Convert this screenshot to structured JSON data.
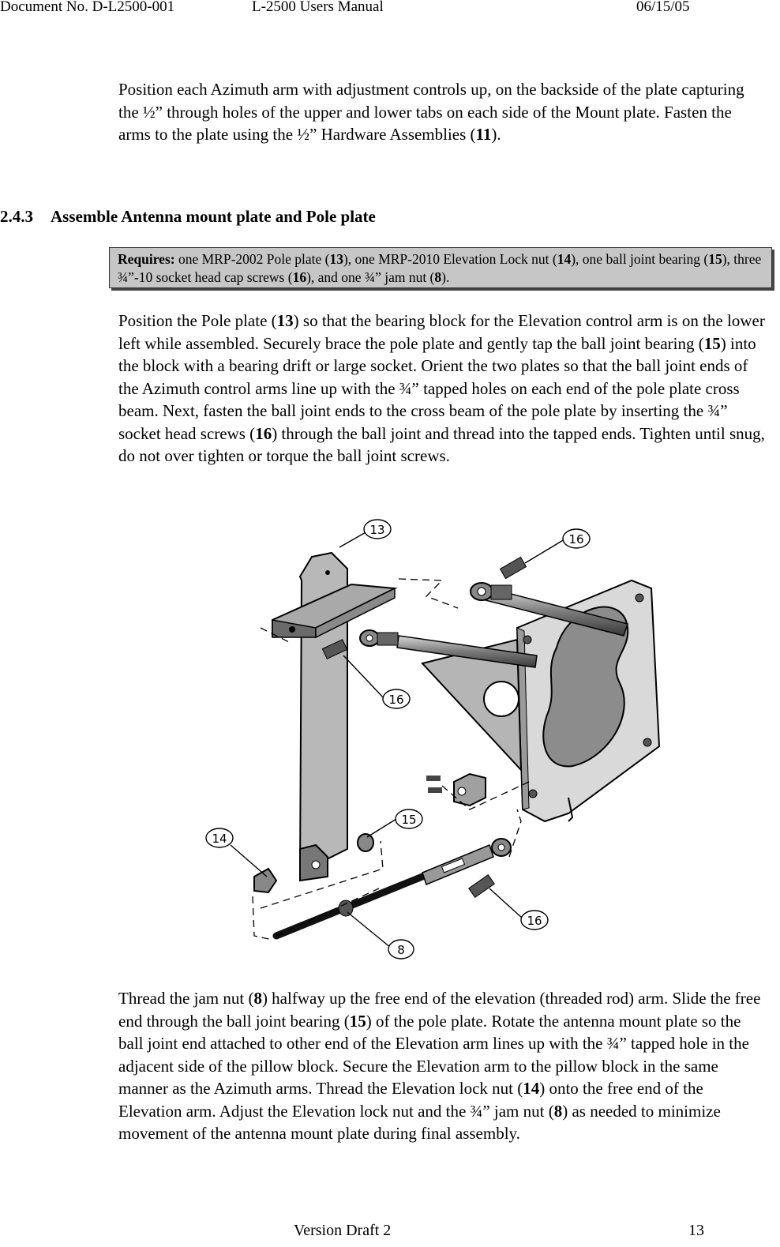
{
  "header": {
    "doc_no": "Document No. D-L2500-001",
    "manual": "L-2500 Users Manual",
    "date": "06/15/05"
  },
  "para1": {
    "text": "Position each Azimuth arm with adjustment controls up, on the backside of the plate capturing the ½” through holes of the upper and lower tabs on each side of the Mount plate.  Fasten the arms to the plate using the ½” Hardware Assemblies (",
    "ref": "11",
    "end": ")."
  },
  "section": {
    "number": "2.4.3",
    "title": "Assemble Antenna mount plate and Pole plate"
  },
  "requires": {
    "label": "Requires:",
    "t1": " one MRP-2002 Pole plate (",
    "r1": "13",
    "t2": "), one MRP-2010 Elevation Lock nut (",
    "r2": "14",
    "t3": "), one ball joint bearing (",
    "r3": "15",
    "t4": "), three ¾”-10 socket head cap screws (",
    "r4": "16",
    "t5": "), and one ¾” jam nut (",
    "r5": "8",
    "t6": ")."
  },
  "para2": {
    "t1": "Position the Pole plate (",
    "r1": "13",
    "t2": ") so that the bearing block for the Elevation control arm is on the lower left while assembled.  Securely brace the pole plate and gently tap the ball joint bearing (",
    "r2": "15",
    "t3": ") into the block with a bearing drift or large socket.  Orient the two plates so that the ball joint ends of the Azimuth control arms line up with the ¾” tapped holes on each end of the pole plate cross beam.  Next, fasten the ball joint ends to the cross beam of the pole plate by inserting the ¾” socket head screws (",
    "r3": "16",
    "t4": ") through the ball joint and thread into the tapped ends.  Tighten until snug, do not over tighten or torque the ball joint screws."
  },
  "figure": {
    "callouts": [
      "13",
      "16",
      "16",
      "15",
      "14",
      "16",
      "8"
    ]
  },
  "para3": {
    "t1": "Thread the jam nut (",
    "r1": "8",
    "t2": ") halfway up the free end of the elevation (threaded rod) arm.  Slide the free end through the ball joint bearing (",
    "r2": "15",
    "t3": ") of the pole plate.  Rotate the antenna mount plate so the ball joint end attached to other end of the Elevation arm lines up with the ¾” tapped hole in the adjacent side of the pillow block.  Secure the Elevation arm to the pillow block in the same manner as the Azimuth arms.  Thread the Elevation lock nut (",
    "r3": "14",
    "t4": ") onto the free end of the Elevation arm.  Adjust the Elevation lock nut and the ¾” jam nut (",
    "r4": "8",
    "t5": ") as needed to minimize movement of the antenna mount plate during final assembly."
  },
  "footer": {
    "version": "Version Draft 2",
    "page": "13"
  }
}
